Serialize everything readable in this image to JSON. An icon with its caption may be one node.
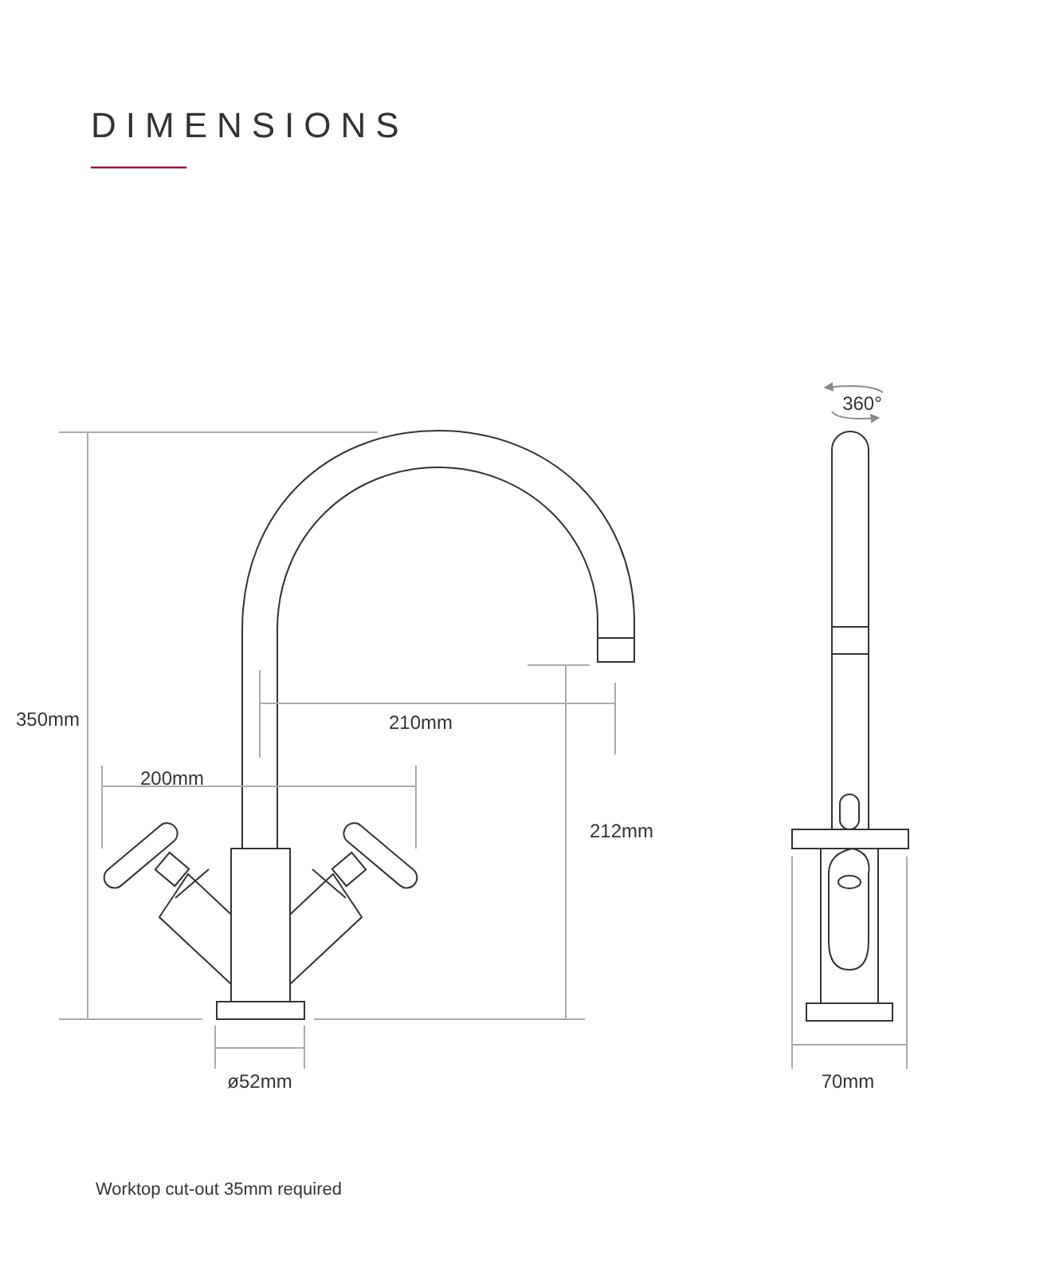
{
  "diagram": {
    "title": "DIMENSIONS",
    "labels": [
      "360°",
      "350mm",
      "210mm",
      "200mm",
      "212mm",
      "ø52mm",
      "70mm",
      "Worktop cut-out 35mm required"
    ]
  }
}
